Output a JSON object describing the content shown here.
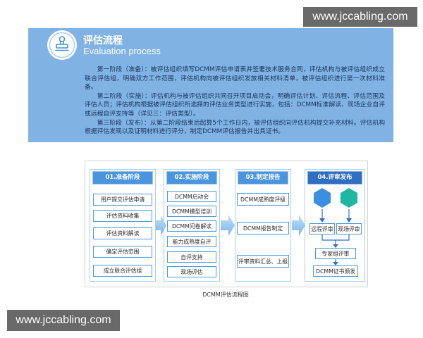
{
  "watermark": {
    "top": "www.jccabling.com",
    "bottom": "www.jccabling.com"
  },
  "banner": {
    "icon": "seal-stamp-icon",
    "title": "评估流程",
    "subtitle": "Evaluation process",
    "paragraphs": [
      "第一阶段（准备）：被评估组织填写DCMM评估申请表并签署技术服务合同，评估机构与被评估组织成立联合评估组，明确双方工作范围，评估机构向被评估组织发放相关材料清单，被评估组织进行第一次材料准备。",
      "第二阶段（实施）：评估机构与被评估组织共同召开项目启动会，明确评估计划、评估流程、评估范围及评估人员；评估机构根据被评估组织所选择的评估业务类型进行实施，包括：DCMM标准解读、现场企业自评或远程自评支持等（详见三：评估类型）。",
      "第三阶段（发布）：从第二阶段结束后起算5个工作日内，被评估组织向评估机构提交补充材料。评估机构根据评估发现以及证明材料进行评分，制定DCMM评估报告并出具证书。"
    ]
  },
  "diagram": {
    "columns": [
      {
        "header": "01.准备阶段",
        "items": [
          "用户提交评估申请",
          "评估资料收集",
          "评估资料解读",
          "确定评估范围",
          "成立联合评估组"
        ]
      },
      {
        "header": "02.实施阶段",
        "items": [
          "DCMM启动会",
          "DCMM模型培训",
          "DCMM问卷解读",
          "能力成熟度自评",
          "自评支持",
          "现场评估"
        ]
      },
      {
        "header": "03.制定报告",
        "items": [
          "DCMM成熟度评级",
          "DCMM报告制定",
          "评审资料汇总、上报"
        ]
      },
      {
        "header": "04.评审发布",
        "icons": [
          "hexagon-blue-icon",
          "hexagon-teal-icon"
        ],
        "items": [
          "远程评审",
          "现场评审",
          "专家组评审",
          "DCMM证书颁发"
        ]
      }
    ],
    "caption": "DCMM评估流程图"
  },
  "colors": {
    "banner": "#80b3e3",
    "banner_text": "#1b3461",
    "header": "#4a95dd",
    "header_final": "#2e6ec3",
    "step_border": "#4f98de",
    "column_border": "#a8cdf0",
    "arrow_light": "#c3e0f8",
    "arrow_dark": "#77b4eb",
    "hexagon_blue": "#3b8ee0",
    "hexagon_teal": "#1fb6a2"
  }
}
